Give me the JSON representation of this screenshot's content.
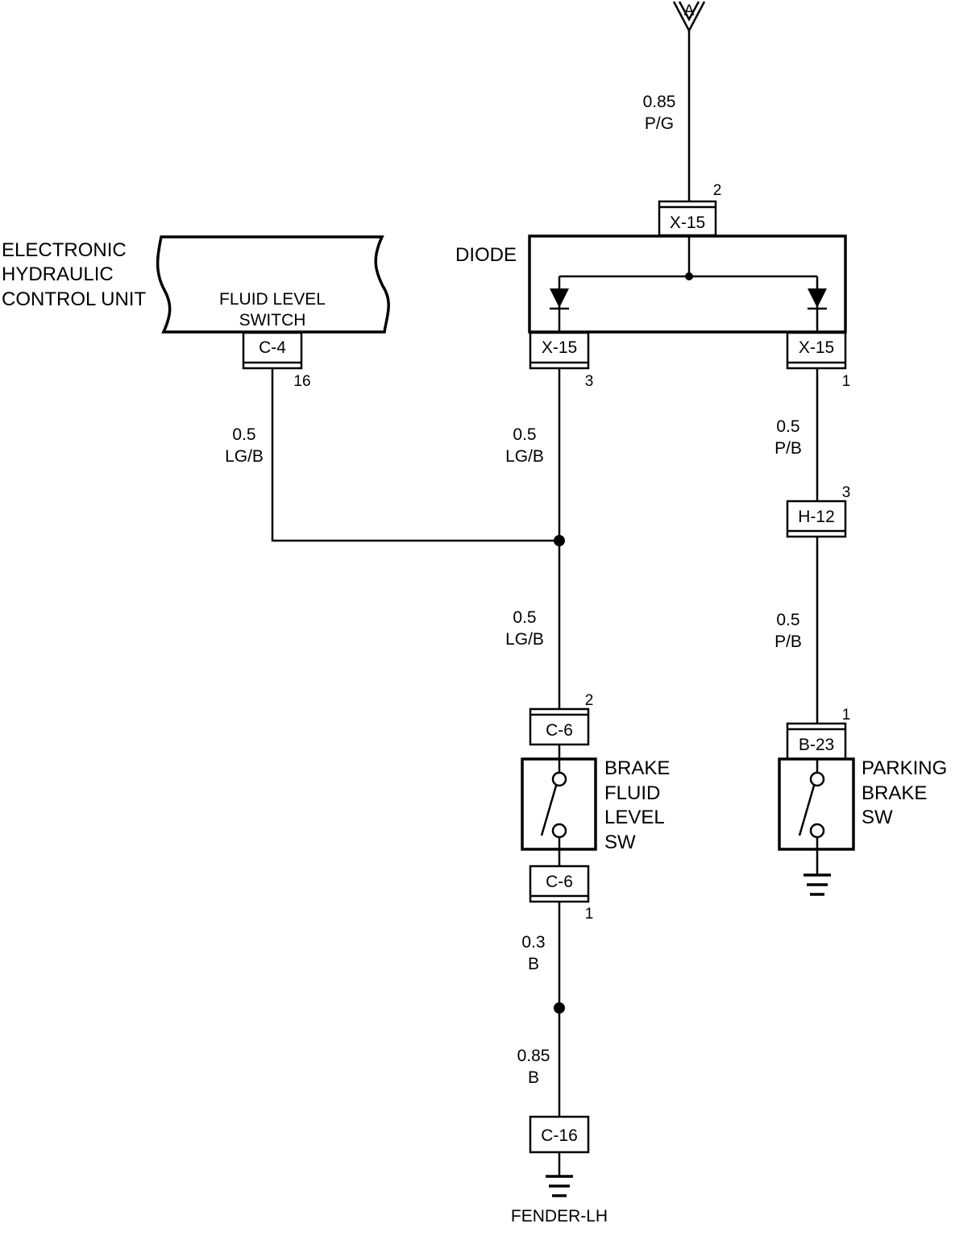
{
  "connector_a": "A",
  "wires": {
    "a_to_x15": {
      "gauge": "0.85",
      "color": "P/G"
    },
    "c4_wire": {
      "gauge": "0.5",
      "color": "LG/B"
    },
    "x15_3_wire": {
      "gauge": "0.5",
      "color": "LG/B"
    },
    "x15_1_wire": {
      "gauge": "0.5",
      "color": "P/B"
    },
    "h12_wire": {
      "gauge": "0.5",
      "color": "P/B"
    },
    "c6_wire": {
      "gauge": "0.5",
      "color": "LG/B"
    },
    "c6_ground_wire": {
      "gauge": "0.3",
      "color": "B"
    },
    "c16_wire": {
      "gauge": "0.85",
      "color": "B"
    }
  },
  "connectors": {
    "x15_top": {
      "name": "X-15",
      "pin": "2"
    },
    "x15_left": {
      "name": "X-15",
      "pin": "3"
    },
    "x15_right": {
      "name": "X-15",
      "pin": "1"
    },
    "c4": {
      "name": "C-4",
      "pin": "16"
    },
    "h12": {
      "name": "H-12",
      "pin": "3"
    },
    "c6_top": {
      "name": "C-6",
      "pin": "2"
    },
    "c6_bottom": {
      "name": "C-6",
      "pin": "1"
    },
    "b23": {
      "name": "B-23",
      "pin": "1"
    },
    "c16": {
      "name": "C-16"
    }
  },
  "components": {
    "diode": "DIODE",
    "ehcu": [
      "ELECTRONIC",
      "HYDRAULIC",
      "CONTROL UNIT"
    ],
    "fluid_level_switch": [
      "FLUID LEVEL",
      "SWITCH"
    ],
    "brake_fluid_level_sw": [
      "BRAKE",
      "FLUID",
      "LEVEL",
      "SW"
    ],
    "parking_brake_sw": [
      "PARKING",
      "BRAKE",
      "SW"
    ]
  },
  "ground_label": "FENDER-LH"
}
